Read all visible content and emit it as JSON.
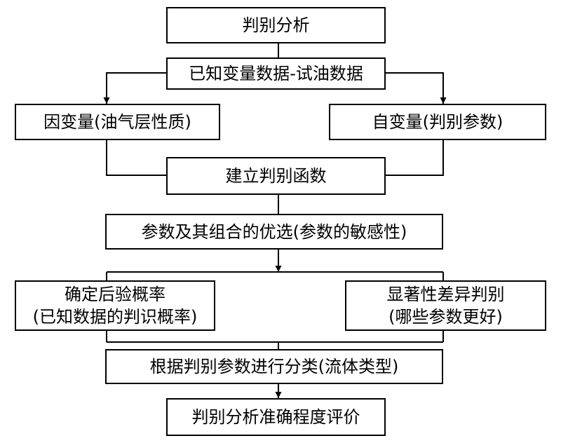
{
  "diagram": {
    "nodes": {
      "n1": {
        "lines": [
          "判别分析"
        ]
      },
      "n2": {
        "lines": [
          "已知变量数据-试油数据"
        ]
      },
      "n3": {
        "lines": [
          "因变量(油气层性质)"
        ]
      },
      "n4": {
        "lines": [
          "自变量(判别参数)"
        ]
      },
      "n5": {
        "lines": [
          "建立判别函数"
        ]
      },
      "n6": {
        "lines": [
          "参数及其组合的优选(参数的敏感性)"
        ]
      },
      "n7": {
        "lines": [
          "确定后验概率",
          "(已知数据的判识概率)"
        ]
      },
      "n8": {
        "lines": [
          "显著性差异判别",
          "(哪些参数更好)"
        ]
      },
      "n9": {
        "lines": [
          "根据判别参数进行分类(流体类型)"
        ]
      },
      "n10": {
        "lines": [
          "判别分析准确程度评价"
        ]
      }
    },
    "colors": {
      "stroke": "#000000",
      "fill": "#ffffff",
      "text": "#000000"
    }
  }
}
